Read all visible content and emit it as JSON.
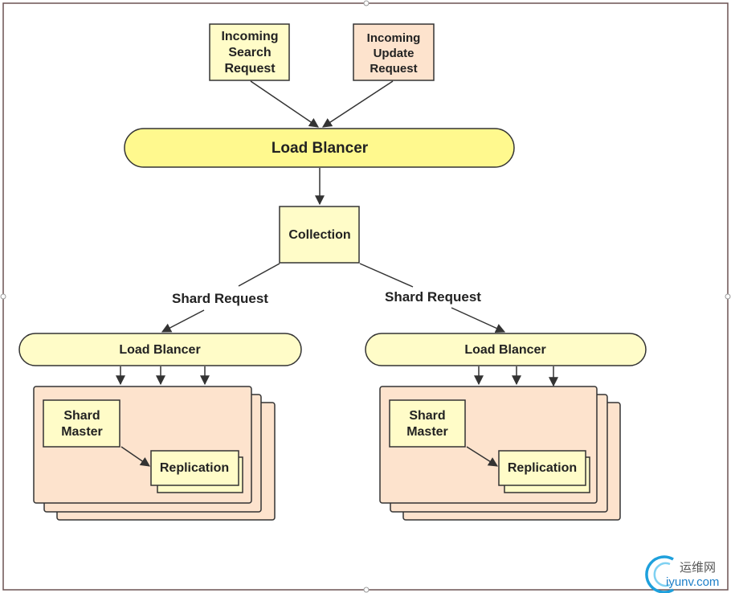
{
  "diagram": {
    "incoming_search": [
      "Incoming",
      "Search",
      "Request"
    ],
    "incoming_update": [
      "Incoming",
      "Update",
      "Request"
    ],
    "top_load_balancer": "Load Blancer",
    "collection": "Collection",
    "shard_request_left": "Shard Request",
    "shard_request_right": "Shard Request",
    "left_load_balancer": "Load Blancer",
    "right_load_balancer": "Load Blancer",
    "left_shard_master": [
      "Shard",
      "Master"
    ],
    "right_shard_master": [
      "Shard",
      "Master"
    ],
    "left_replication": "Replication",
    "right_replication": "Replication"
  },
  "watermark": {
    "line1": "运维网",
    "line2": "iyunv.com"
  },
  "colors": {
    "pale_yellow": "#fffcc8",
    "yellow": "#fff98e",
    "peach": "#fde3cd",
    "update_peach": "#fde3cd",
    "stroke": "#333333",
    "watermark_blue": "#1ea0dc"
  }
}
